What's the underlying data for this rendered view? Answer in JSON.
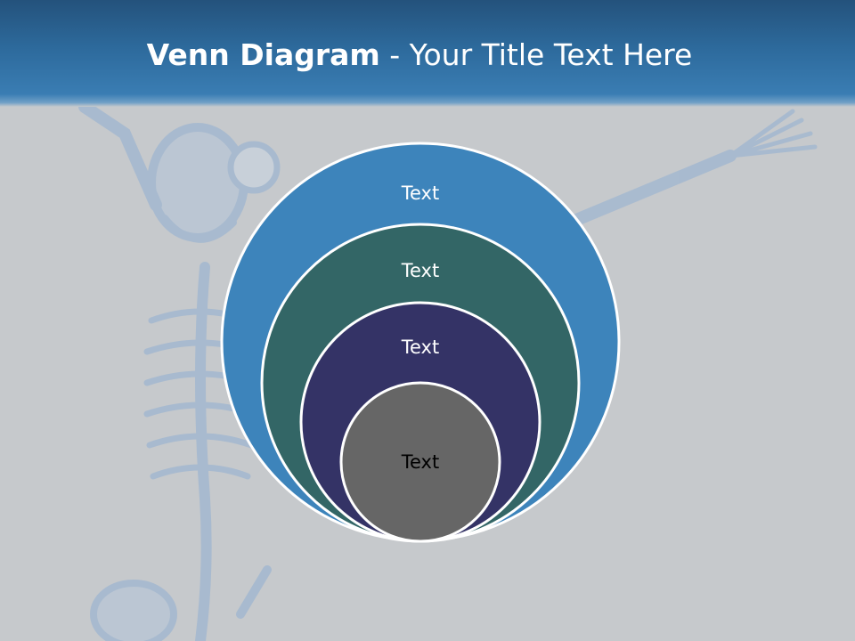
{
  "slide": {
    "title_bold": "Venn Diagram",
    "title_rest": " - Your Title Text Here"
  },
  "colors": {
    "header": "#2d6a9c",
    "background": "#c6c9cc",
    "circle_1": "#3d84bb",
    "circle_2": "#336666",
    "circle_3": "#343366",
    "circle_4": "#666666",
    "outline": "#ffffff"
  },
  "background_art": "skeleton-illustration",
  "diagram": {
    "type": "nested-circles",
    "circles": [
      {
        "label": "Text",
        "label_color": "#ffffff"
      },
      {
        "label": "Text",
        "label_color": "#ffffff"
      },
      {
        "label": "Text",
        "label_color": "#ffffff"
      },
      {
        "label": "Text",
        "label_color": "#000000"
      }
    ]
  }
}
